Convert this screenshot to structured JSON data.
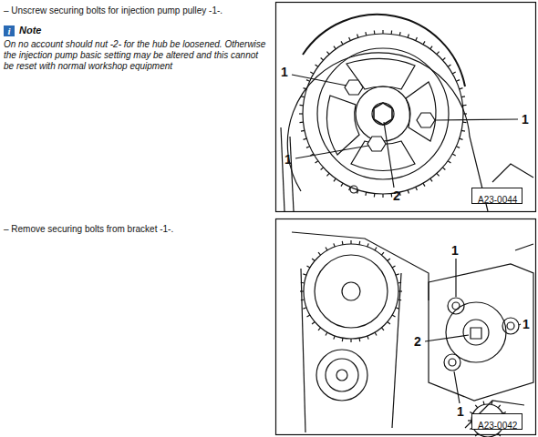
{
  "diagram": {
    "nodes": [
      {
        "text": [
          "A23-0044"
        ]
      },
      {
        "text": [
          "A23-0042"
        ]
      }
    ],
    "labels": [
      "– Unscrew securing bolts for injection pump pulley -1-.",
      "i",
      "Note",
      "On no account should nut -2- for the hub be loosened. Otherwise the injection pump basic setting may be altered and this cannot be reset with normal workshop equipment",
      "1",
      "1",
      "1",
      "2",
      "– Remove securing bolts from bracket -1-.",
      "1",
      "1",
      "2",
      "1"
    ]
  }
}
